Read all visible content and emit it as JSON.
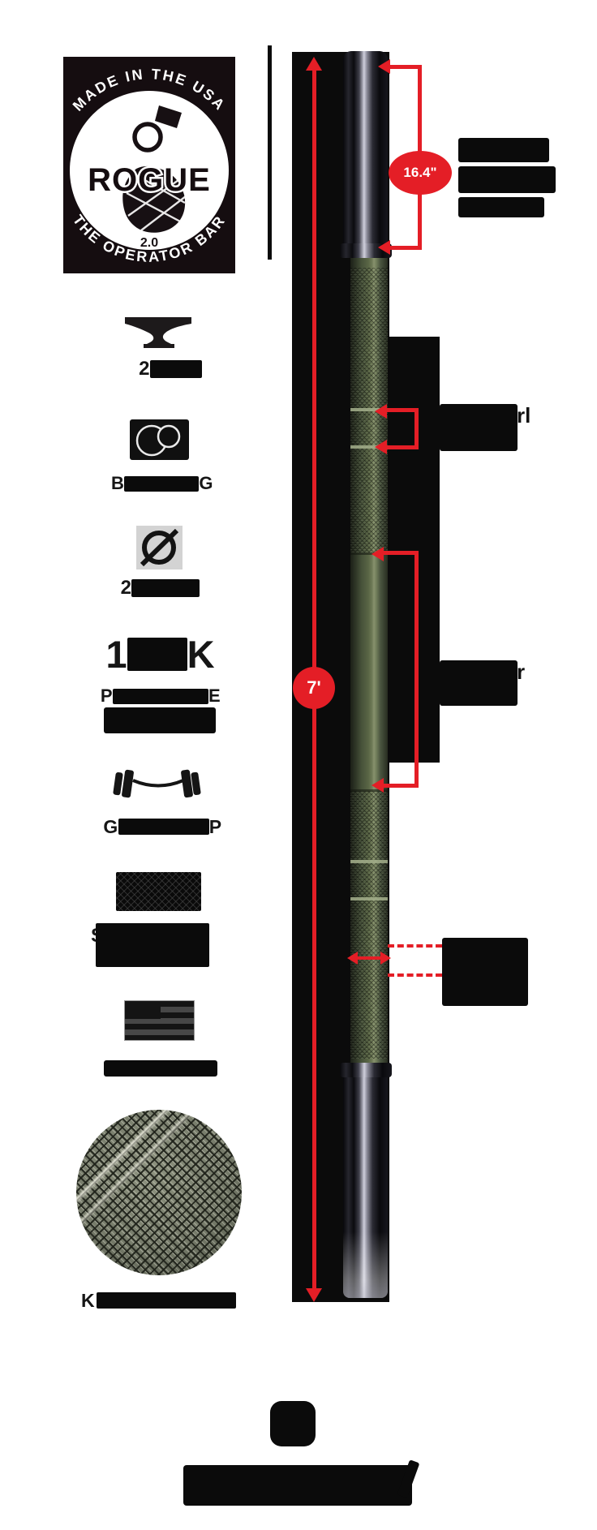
{
  "logo": {
    "arc_top": "MADE IN THE USA",
    "brand": "ROGUE",
    "version": "2.0",
    "arc_bottom": "THE OPERATOR BAR"
  },
  "specs": {
    "weight": {
      "start": "2"
    },
    "rotation": {
      "start": "B",
      "end": "G"
    },
    "diameter": {
      "start": "2"
    },
    "tensile": {
      "l1_start": "1",
      "l1_end": "K",
      "l2_start": "P",
      "l2_end": "E"
    },
    "whip": {
      "start": "G",
      "end": "P"
    },
    "finish": {
      "start": "S"
    },
    "knurl": {
      "start": "K"
    }
  },
  "dimensions": {
    "sleeve_length": "16.4\"",
    "overall_length": "7'"
  },
  "callouts": {
    "upper_tail": "rl",
    "lower_tail": "r"
  },
  "colors": {
    "accent_red": "#e41e26",
    "shaft_green": "#5a6648",
    "ink": "#0b0b0b"
  }
}
